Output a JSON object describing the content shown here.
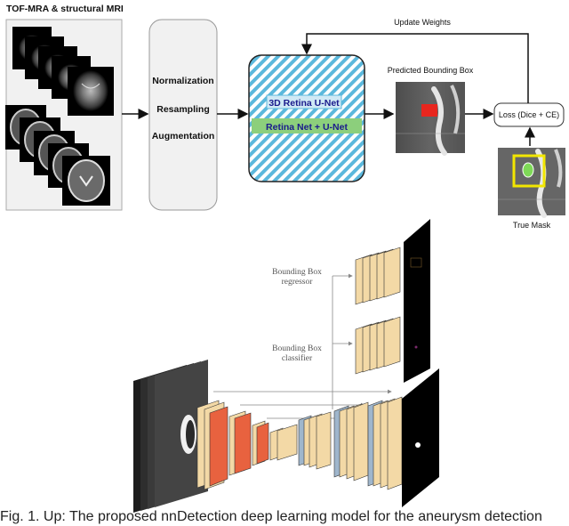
{
  "pipeline": {
    "input_label": "TOF-MRA & structural MRI",
    "preprocessing_steps": [
      "Normalization",
      "Resampling",
      "Augmentation"
    ],
    "models": [
      "3D Retina U-Net",
      "Retina Net + U-Net"
    ],
    "predicted_label": "Predicted Bounding Box",
    "update_label": "Update Weights",
    "loss_label": "Loss (Dice + CE)",
    "true_mask_label": "True Mask"
  },
  "network": {
    "regressor_label_line1": "Bounding Box",
    "regressor_label_line2": "regressor",
    "classifier_label_line1": "Bounding Box",
    "classifier_label_line2": "classifier"
  },
  "caption": "Fig. 1. Up: The proposed nnDetection deep learning model for the aneurysm detection",
  "colors": {
    "model_stripe": "#5bb8dc",
    "model_bg": "#ffffff",
    "model_highlight": "#8ccf7c",
    "feature_map": "#f3d9a6",
    "encoder_red": "#e8623f",
    "encoder_blue": "#9fb6cc",
    "bbox_yellow": "#f2e600"
  }
}
